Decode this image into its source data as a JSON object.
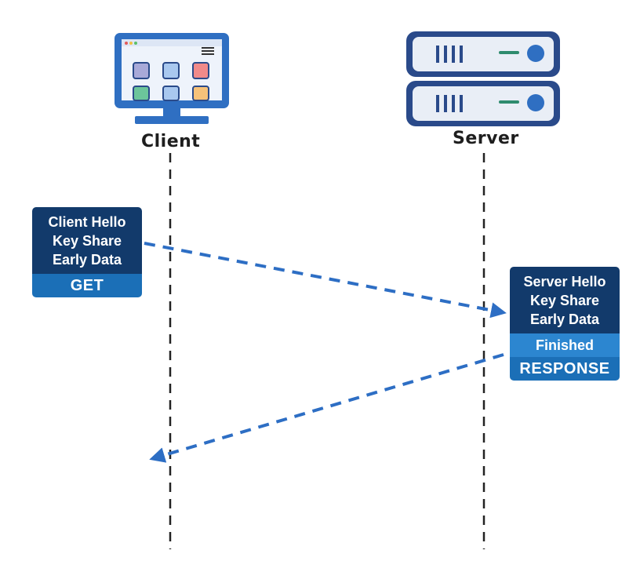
{
  "client": {
    "label": "Client",
    "message": {
      "lines": [
        "Client Hello",
        "Key Share",
        "Early Data"
      ],
      "request": "GET"
    }
  },
  "server": {
    "label": "Server",
    "message": {
      "lines": [
        "Server Hello",
        "Key Share",
        "Early Data"
      ],
      "finished": "Finished",
      "response": "RESPONSE"
    }
  },
  "colors": {
    "arrow": "#2d6ec4",
    "box_dark": "#123a6b",
    "box_accent": "#1b6fb7",
    "icon_blue": "#2f6fc2",
    "icon_navy": "#2a4a8a"
  },
  "icons": [
    "monitor-icon",
    "server-icon"
  ]
}
